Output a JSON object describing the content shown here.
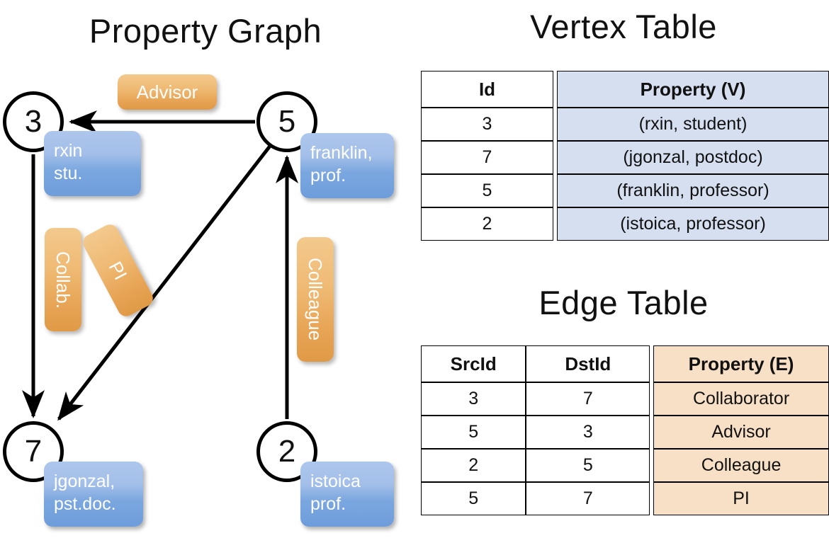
{
  "titles": {
    "property_graph": "Property Graph",
    "vertex_table": "Vertex Table",
    "edge_table": "Edge Table"
  },
  "graph": {
    "nodes": [
      {
        "id": "3",
        "label": "3",
        "property_line1": "rxin",
        "property_line2": "stu."
      },
      {
        "id": "5",
        "label": "5",
        "property_line1": "franklin,",
        "property_line2": "prof."
      },
      {
        "id": "7",
        "label": "7",
        "property_line1": "jgonzal,",
        "property_line2": "pst.doc."
      },
      {
        "id": "2",
        "label": "2",
        "property_line1": "istoica",
        "property_line2": "prof."
      }
    ],
    "edge_labels": {
      "advisor": "Advisor",
      "collab": "Collab.",
      "pi": "PI",
      "colleague": "Colleague"
    },
    "edges": [
      {
        "src": "5",
        "dst": "3",
        "label": "Advisor"
      },
      {
        "src": "3",
        "dst": "7",
        "label": "Collab."
      },
      {
        "src": "5",
        "dst": "7",
        "label": "PI"
      },
      {
        "src": "2",
        "dst": "5",
        "label": "Colleague"
      }
    ]
  },
  "vertex_table": {
    "headers": [
      "Id",
      "Property (V)"
    ],
    "rows": [
      {
        "id": "3",
        "property": "(rxin, student)"
      },
      {
        "id": "7",
        "property": "(jgonzal, postdoc)"
      },
      {
        "id": "5",
        "property": "(franklin, professor)"
      },
      {
        "id": "2",
        "property": "(istoica, professor)"
      }
    ]
  },
  "edge_table": {
    "headers": [
      "SrcId",
      "DstId",
      "Property (E)"
    ],
    "rows": [
      {
        "src": "3",
        "dst": "7",
        "property": "Collaborator"
      },
      {
        "src": "5",
        "dst": "3",
        "property": "Advisor"
      },
      {
        "src": "2",
        "dst": "5",
        "property": "Colleague"
      },
      {
        "src": "5",
        "dst": "7",
        "property": "PI"
      }
    ]
  },
  "colors": {
    "vertex_property_fill": "#d5dff0",
    "edge_property_fill": "#f8e0c6",
    "node_callout_blue": "#7ba7df",
    "edge_label_orange": "#e7a455",
    "stroke": "#000000",
    "background": "#ffffff"
  }
}
